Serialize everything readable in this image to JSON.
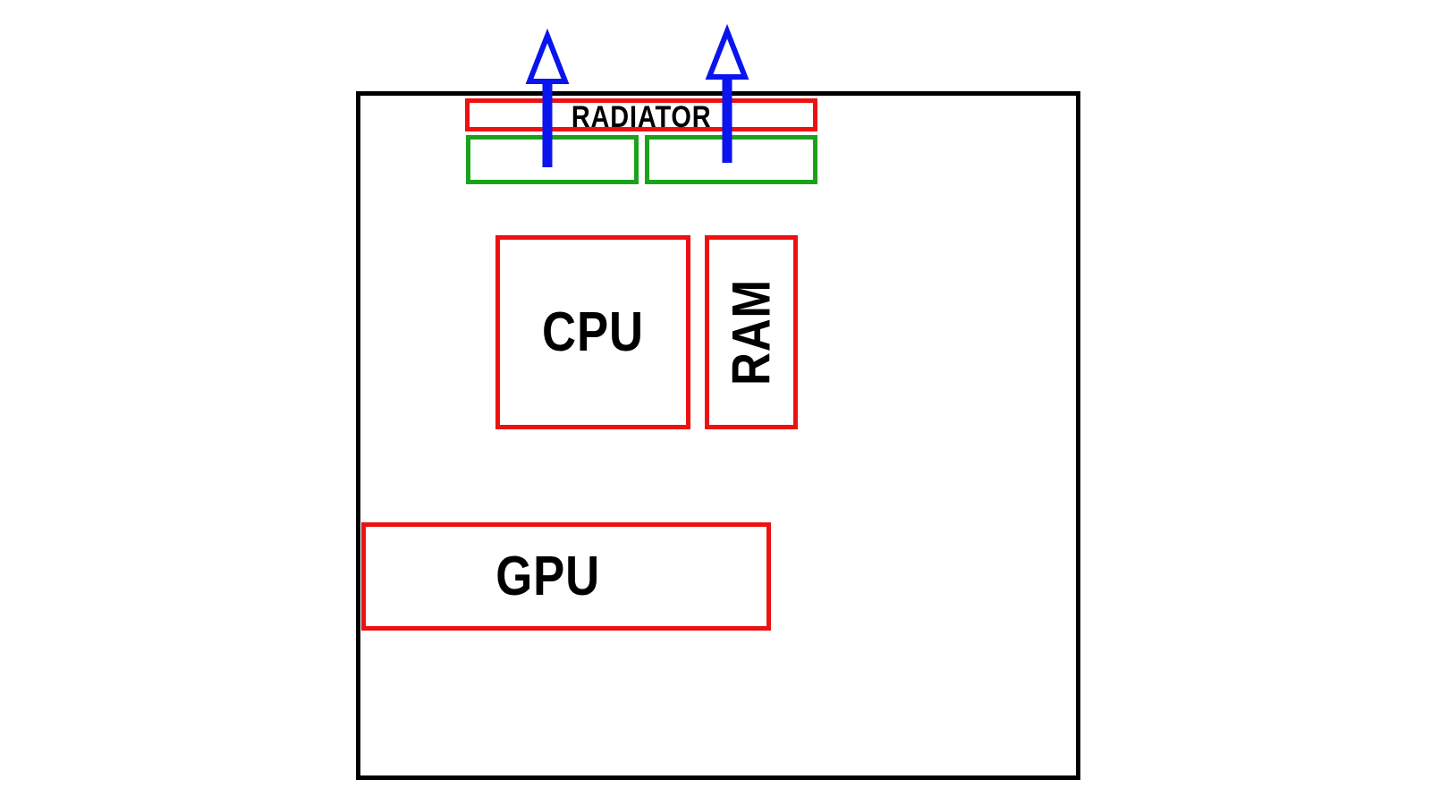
{
  "diagram": {
    "components": {
      "radiator": "RADIATOR",
      "cpu": "CPU",
      "ram": "RAM",
      "gpu": "GPU"
    },
    "colors": {
      "case_outline": "#000000",
      "component_outline": "#ee1111",
      "fan_outline": "#1aa31a",
      "airflow_arrow": "#0a14ee"
    },
    "airflow": {
      "direction": "up",
      "arrow_count": 2
    }
  }
}
